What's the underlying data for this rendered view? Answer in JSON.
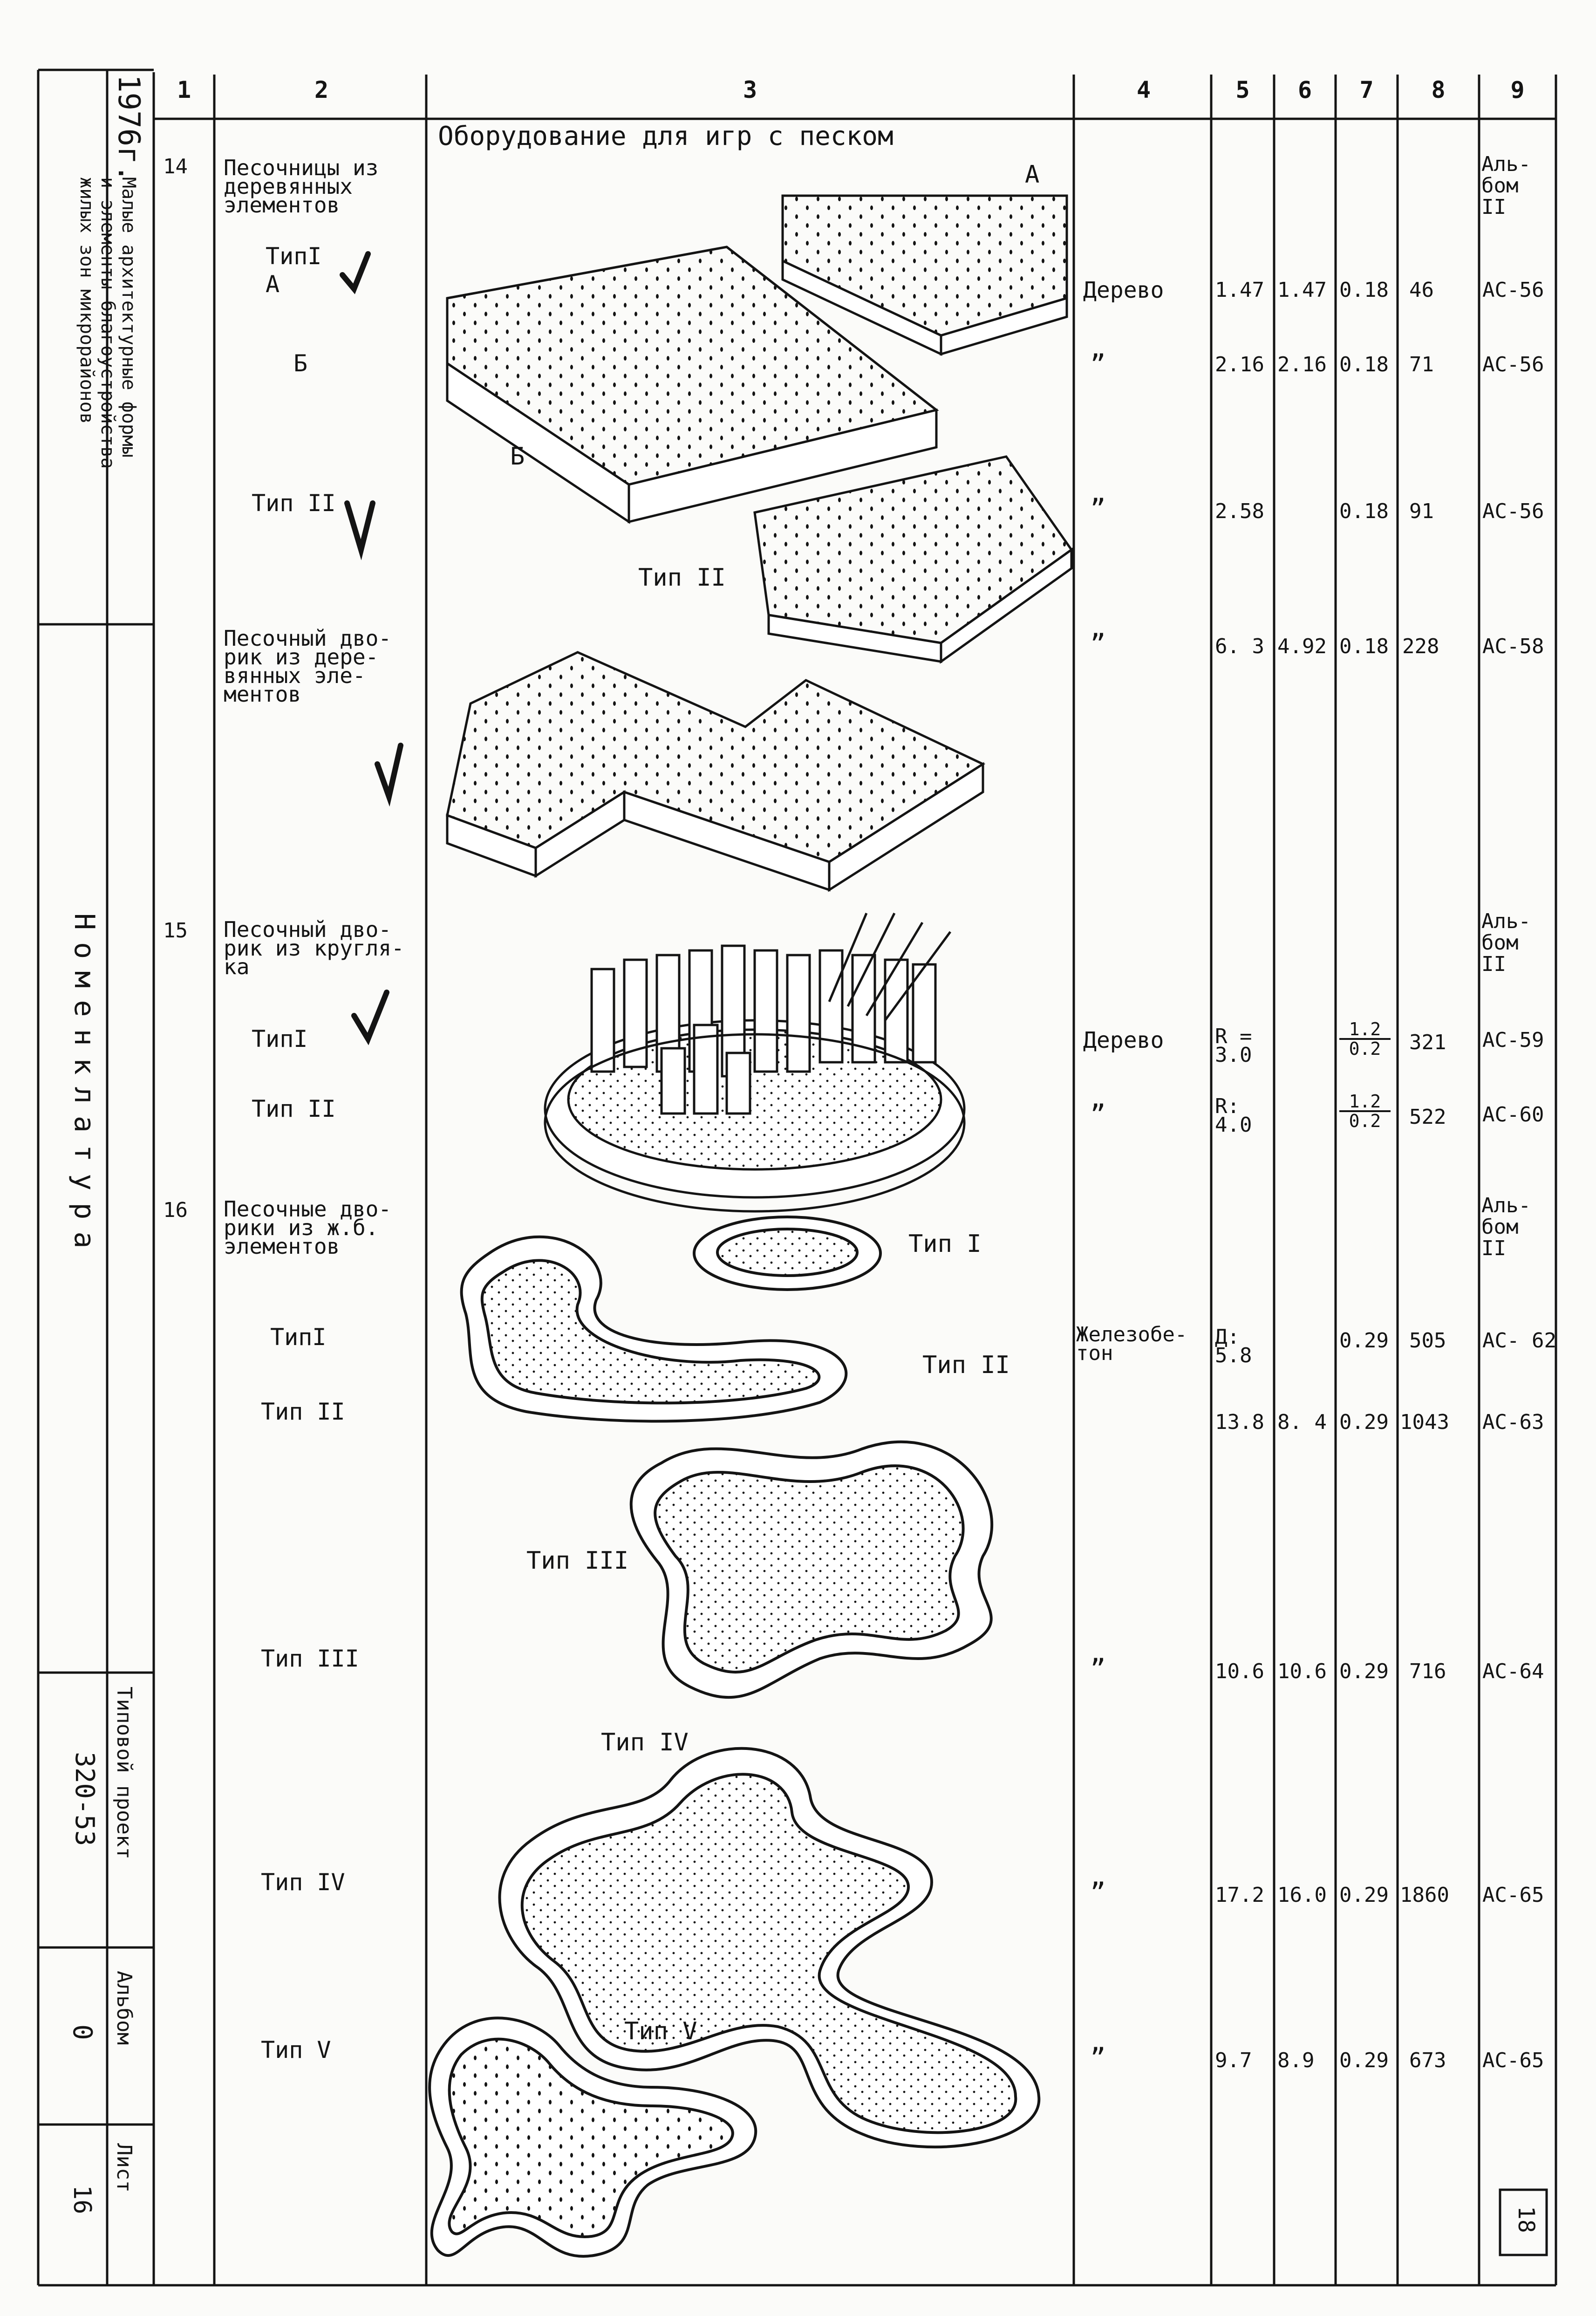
{
  "header": {
    "cols": [
      "1",
      "2",
      "3",
      "4",
      "5",
      "6",
      "7",
      "8",
      "9"
    ]
  },
  "sidebar": {
    "year": "1976г.",
    "title_lines": [
      "Малые архитектурные формы",
      "и элементы благоустройства",
      "жилых зон микрорайонов"
    ],
    "nomenclature": "Номенклатура",
    "project_label": "Типовой проект",
    "project_code": "320-53",
    "album_label": "Альбом",
    "album_value": "0",
    "sheet_label": "Лист",
    "sheet_value": "16"
  },
  "drawing": {
    "caption": "Оборудование для игр с песком",
    "labels": [
      "А",
      "Б",
      "Тип II",
      "Тип I",
      "Тип II",
      "Тип III",
      "Тип IV",
      "Тип V"
    ]
  },
  "rows": [
    {
      "num": "14",
      "name": "Песочницы из\nдеревянных\nэлементов",
      "mat": "",
      "c5": "",
      "c6": "",
      "c7": "",
      "c8": "",
      "ref": "Аль-\nбом\nII"
    },
    {
      "num": "",
      "name": "ТипI\nА",
      "mat": "Дерево",
      "c5": "1.47",
      "c6": "1.47",
      "c7": "0.18",
      "c8": "46",
      "ref": "АС-56"
    },
    {
      "num": "",
      "name": "Б",
      "mat": "”",
      "c5": "2.16",
      "c6": "2.16",
      "c7": "0.18",
      "c8": "71",
      "ref": "АС-56"
    },
    {
      "num": "",
      "name": "Тип II",
      "mat": "”",
      "c5": "2.58",
      "c6": "",
      "c7": "0.18",
      "c8": "91",
      "ref": "АС-56"
    },
    {
      "num": "",
      "name": "Песочный дво-\nрик из дере-\nвянных эле-\nментов",
      "mat": "”",
      "c5": "6. 3",
      "c6": "4.92",
      "c7": "0.18",
      "c8": "228",
      "ref": "АС-58"
    },
    {
      "num": "15",
      "name": "Песочный дво-\nрик из кругля-\nка",
      "mat": "",
      "c5": "",
      "c6": "",
      "c7": "",
      "c8": "",
      "ref": "Аль-\nбом\nII"
    },
    {
      "num": "",
      "name": "ТипI",
      "mat": "Дерево",
      "c5": "R =\n3.0",
      "c6": "",
      "c7": "",
      "c8": "321",
      "ref": "АС-59",
      "f_top": "1.2",
      "f_bot": "0.2"
    },
    {
      "num": "",
      "name": "Тип II",
      "mat": "”",
      "c5": "R:\n4.0",
      "c6": "",
      "c7": "",
      "c8": "522",
      "ref": "АС-60",
      "f_top": "1.2",
      "f_bot": "0.2"
    },
    {
      "num": "16",
      "name": "Песочные дво-\nрики из ж.б.\nэлементов",
      "mat": "",
      "c5": "",
      "c6": "",
      "c7": "",
      "c8": "",
      "ref": "Аль-\nбом\nII"
    },
    {
      "num": "",
      "name": "ТипI",
      "mat": "Железобе-\nтон",
      "c5": "Д:\n5.8",
      "c6": "",
      "c7": "0.29",
      "c8": "505",
      "ref": "АС- 62"
    },
    {
      "num": "",
      "name": "Тип II",
      "mat": "",
      "c5": "13.8",
      "c6": "8. 4",
      "c7": "0.29",
      "c8": "1043",
      "ref": "АС-63"
    },
    {
      "num": "",
      "name": "Тип III",
      "mat": "”",
      "c5": "10.6",
      "c6": "10.6",
      "c7": "0.29",
      "c8": "716",
      "ref": "АС-64"
    },
    {
      "num": "",
      "name": "Тип IV",
      "mat": "”",
      "c5": "17.2",
      "c6": "16.0",
      "c7": "0.29",
      "c8": "1860",
      "ref": "АС-65"
    },
    {
      "num": "",
      "name": "Тип V",
      "mat": "”",
      "c5": "9.7",
      "c6": "8.9",
      "c7": "0.29",
      "c8": "673",
      "ref": "АС-65"
    }
  ],
  "footer": {
    "page_number": "18"
  }
}
